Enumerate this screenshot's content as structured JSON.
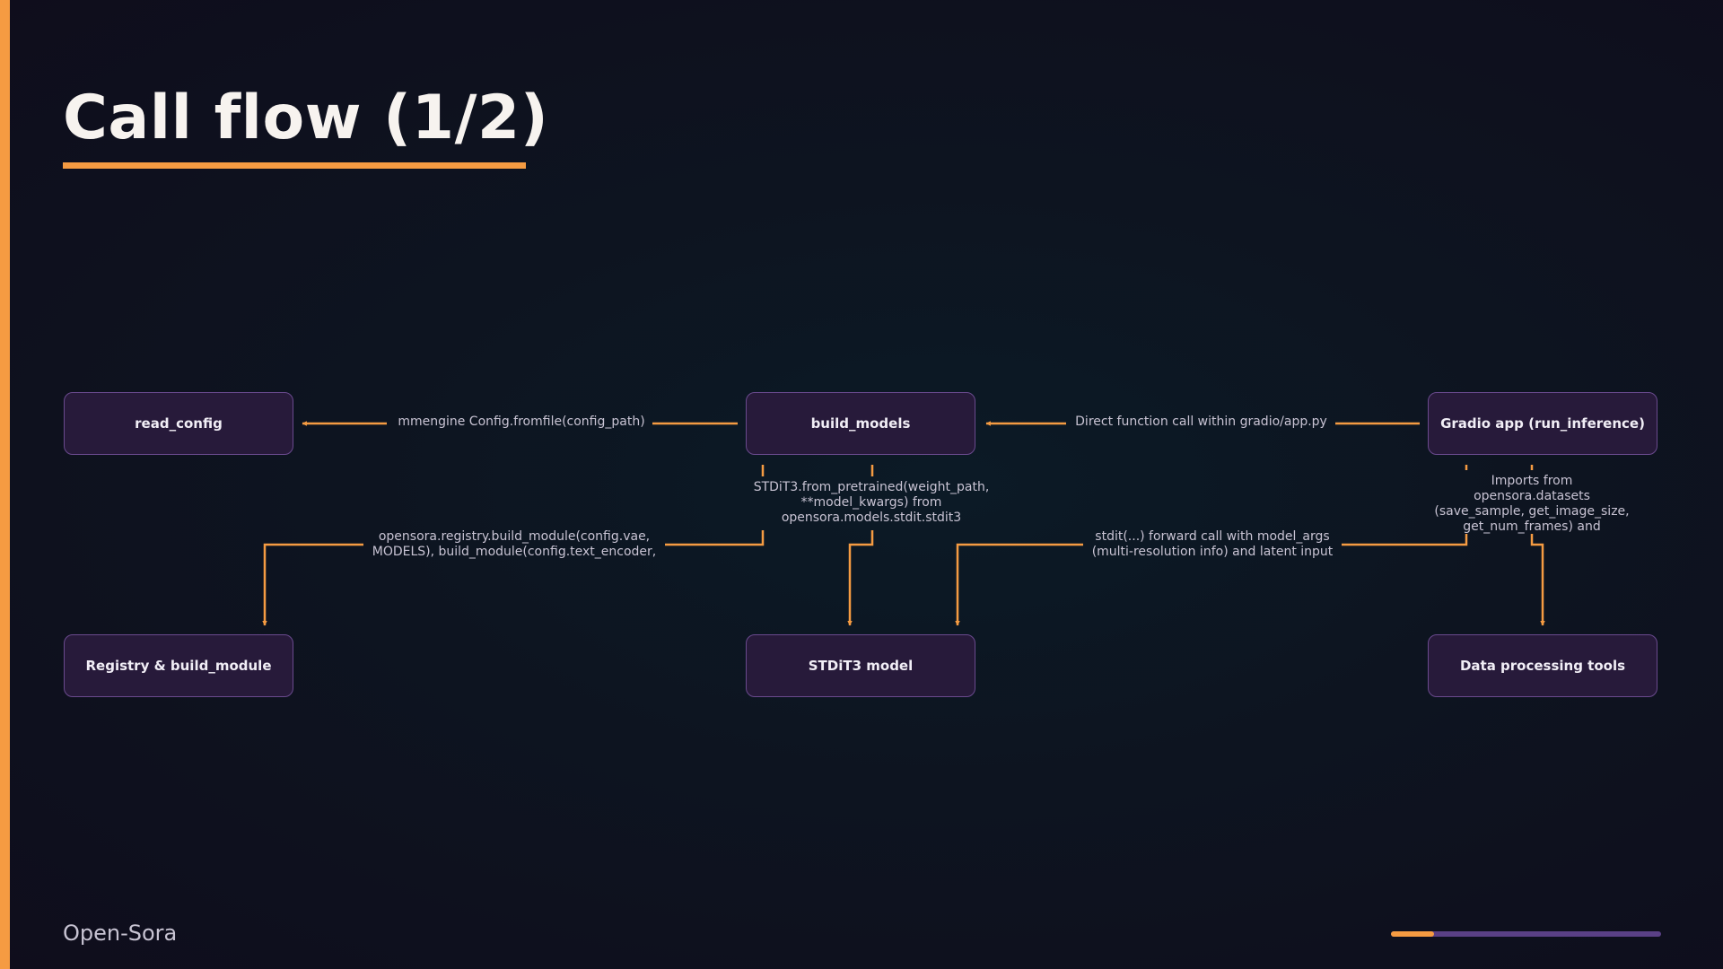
{
  "slide": {
    "title": "Call flow (1/2)",
    "footer": "Open-Sora",
    "progress": 0.16
  },
  "colors": {
    "accent": "#f59b42",
    "node_fill": "#271a3a",
    "node_border": "#6a4a8e",
    "background": "#0d1420"
  },
  "nodes": {
    "read_config": "read_config",
    "build_models": "build_models",
    "gradio_app": "Gradio app (run_inference)",
    "registry": "Registry & build_module",
    "stdit3_model": "STDiT3 model",
    "data_tools": "Data processing tools"
  },
  "edges": {
    "config_fromfile": "mmengine Config.fromfile(config_path)",
    "direct_call": "Direct function call within gradio/app.py",
    "from_pretrained": [
      "STDiT3.from_pretrained(weight_path,",
      "**model_kwargs) from",
      "opensora.models.stdit.stdit3"
    ],
    "registry_build": [
      "opensora.registry.build_module(config.vae,",
      "MODELS), build_module(config.text_encoder,"
    ],
    "forward_call": [
      "stdit(...) forward call with model_args",
      "(multi-resolution info) and latent input"
    ],
    "imports": [
      "Imports from",
      "opensora.datasets",
      "(save_sample, get_image_size,",
      "get_num_frames) and"
    ]
  }
}
